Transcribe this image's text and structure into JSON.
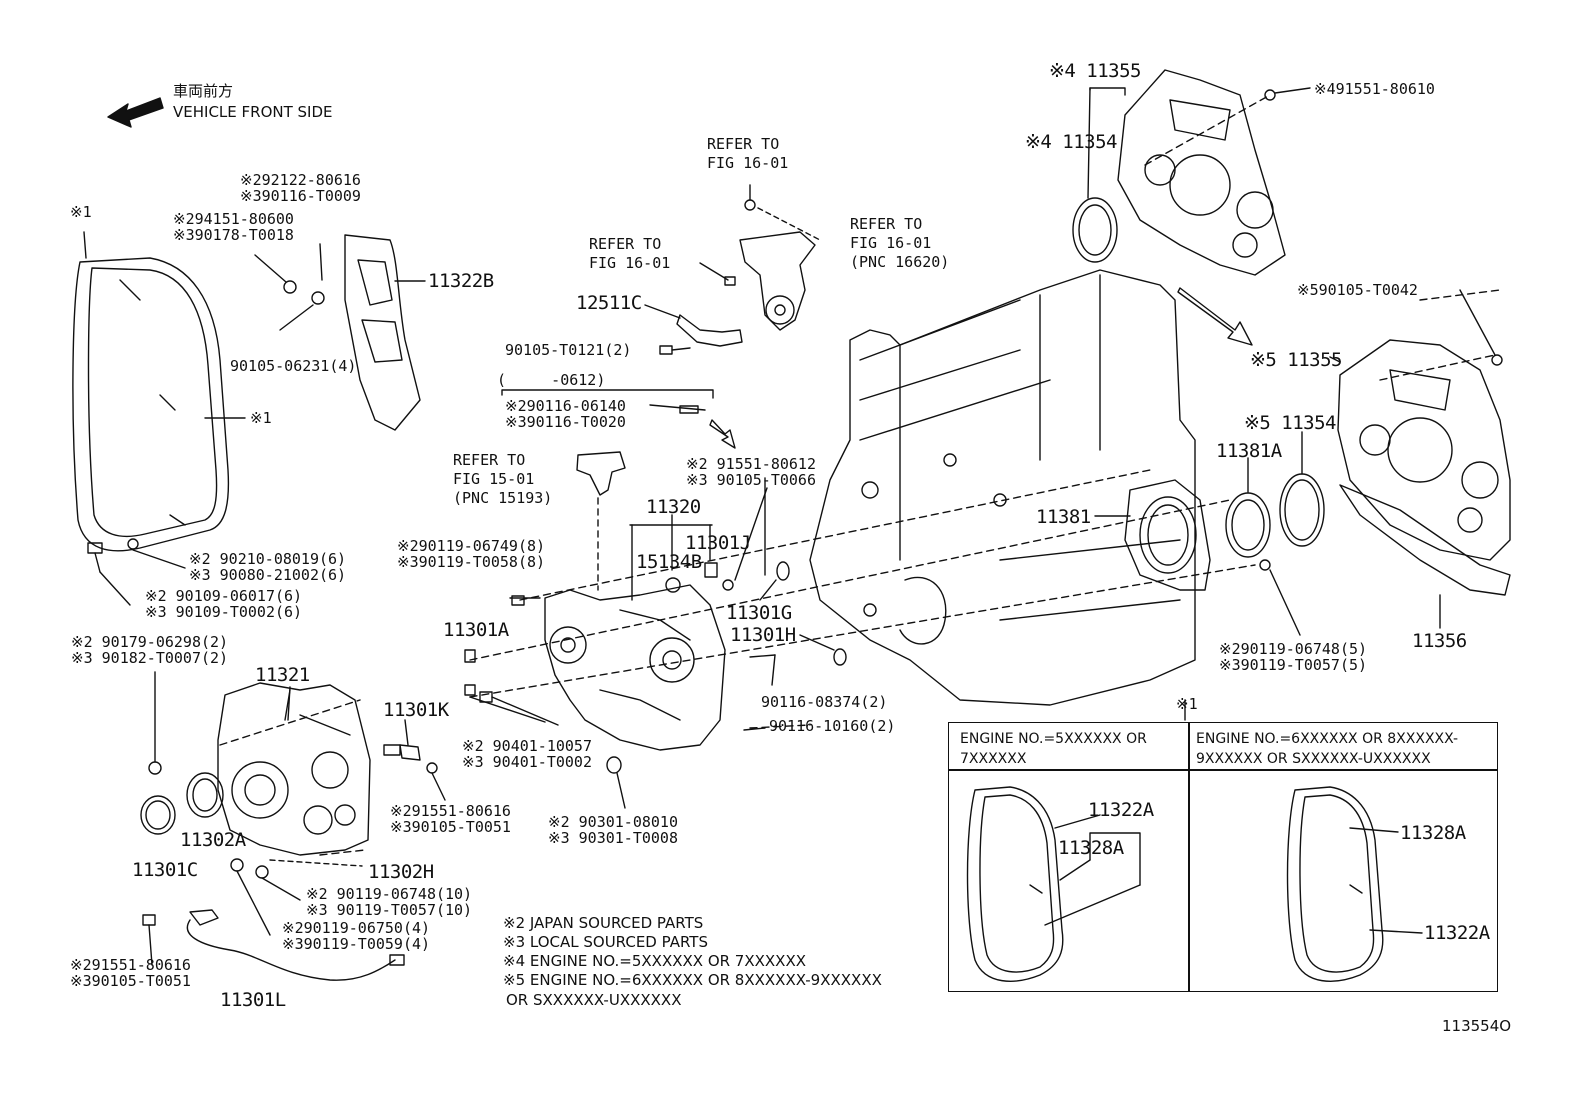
{
  "header": {
    "front_jp": "車両前方",
    "front_en": "VEHICLE FRONT SIDE"
  },
  "labels": {
    "l_kome1_top": "※1",
    "l_kome1_side": "※1",
    "l_92122": "※292122-80616",
    "l_90116_T0009": "※390116-T0009",
    "l_94151": "※294151-80600",
    "l_90178": "※390178-T0018",
    "l_11322B": "11322B",
    "l_90105_06231": "90105-06231(4)",
    "l_refer_a1": "REFER TO",
    "l_refer_a2": "FIG 16-01",
    "l_refer_b1": "REFER TO",
    "l_refer_b2": "FIG 16-01",
    "l_refer_c1": "REFER TO",
    "l_refer_c2": "FIG 16-01",
    "l_refer_c3": "(PNC 16620)",
    "l_12511C": "12511C",
    "l_90105_T0121": "90105-T0121(2)",
    "l_0612": "(     -0612)",
    "l_90116_06140": "※290116-06140",
    "l_90116_T0020": "※390116-T0020",
    "l_refer_d1": "REFER TO",
    "l_refer_d2": "FIG 15-01",
    "l_refer_d3": "(PNC 15193)",
    "l_91551_80612": "※2 91551-80612",
    "l_90105_T0066": "※3 90105-T0066",
    "l_11320": "11320",
    "l_15134B": "15134B",
    "l_11301J": "11301J",
    "l_90119_06749": "※290119-06749(8)",
    "l_90119_T0058": "※390119-T0058(8)",
    "l_90210": "※2 90210-08019(6)",
    "l_90080": "※3 90080-21002(6)",
    "l_90109_06017": "※2 90109-06017(6)",
    "l_90109_T0002": "※3 90109-T0002(6)",
    "l_11301A": "11301A",
    "l_11301G": "11301G",
    "l_11301H": "11301H",
    "l_90179": "※2 90179-06298(2)",
    "l_90182": "※3 90182-T0007(2)",
    "l_11321": "11321",
    "l_11301K": "11301K",
    "l_90116_08374": "90116-08374(2)",
    "l_90116_10160": "90116-10160(2)",
    "l_90401_10057": "※2 90401-10057",
    "l_90401_T0002": "※3 90401-T0002",
    "l_91551_80616a": "※291551-80616",
    "l_90105_T0051a": "※390105-T0051",
    "l_11302A": "11302A",
    "l_11301C": "11301C",
    "l_11302H": "11302H",
    "l_90301_08010": "※2 90301-08010",
    "l_90301_T0008": "※3 90301-T0008",
    "l_90119_06748_10": "※2 90119-06748(10)",
    "l_90119_T0057_10": "※3 90119-T0057(10)",
    "l_90119_06750": "※290119-06750(4)",
    "l_90119_T0059": "※390119-T0059(4)",
    "l_91551_80616b": "※291551-80616",
    "l_90105_T0051b": "※390105-T0051",
    "l_11301L": "11301L",
    "l_note2": "※2 JAPAN SOURCED PARTS",
    "l_note3": "※3 LOCAL SOURCED PARTS",
    "l_note4": "※4 ENGINE NO.=5XXXXXX OR 7XXXXXX",
    "l_note5a": "※5 ENGINE NO.=6XXXXXX OR 8XXXXXX-9XXXXXX",
    "l_note5b": "OR SXXXXXX-UXXXXXX",
    "l_k4_11355": "※4 11355",
    "l_91551_80610": "※491551-80610",
    "l_k4_11354": "※4 11354",
    "l_90105_T0042": "※590105-T0042",
    "l_k5_11355": "※5 11355",
    "l_k5_11354": "※5 11354",
    "l_11381A": "11381A",
    "l_11381": "11381",
    "l_90119_06748_5": "※290119-06748(5)",
    "l_90119_T0057_5": "※390119-T0057(5)",
    "l_11356": "11356",
    "l_kome1_box": "※1",
    "l_11322A_a": "11322A",
    "l_11328A_a": "11328A",
    "l_11328A_b": "11328A",
    "l_11322A_b": "11322A",
    "l_figno": "113554O"
  },
  "table": {
    "col1_line1": "ENGINE NO.=5XXXXXX OR",
    "col1_line2": "7XXXXXX",
    "col2_line1": "ENGINE NO.=6XXXXXX OR 8XXXXXX-",
    "col2_line2": "9XXXXXX OR SXXXXXX-UXXXXXX"
  }
}
